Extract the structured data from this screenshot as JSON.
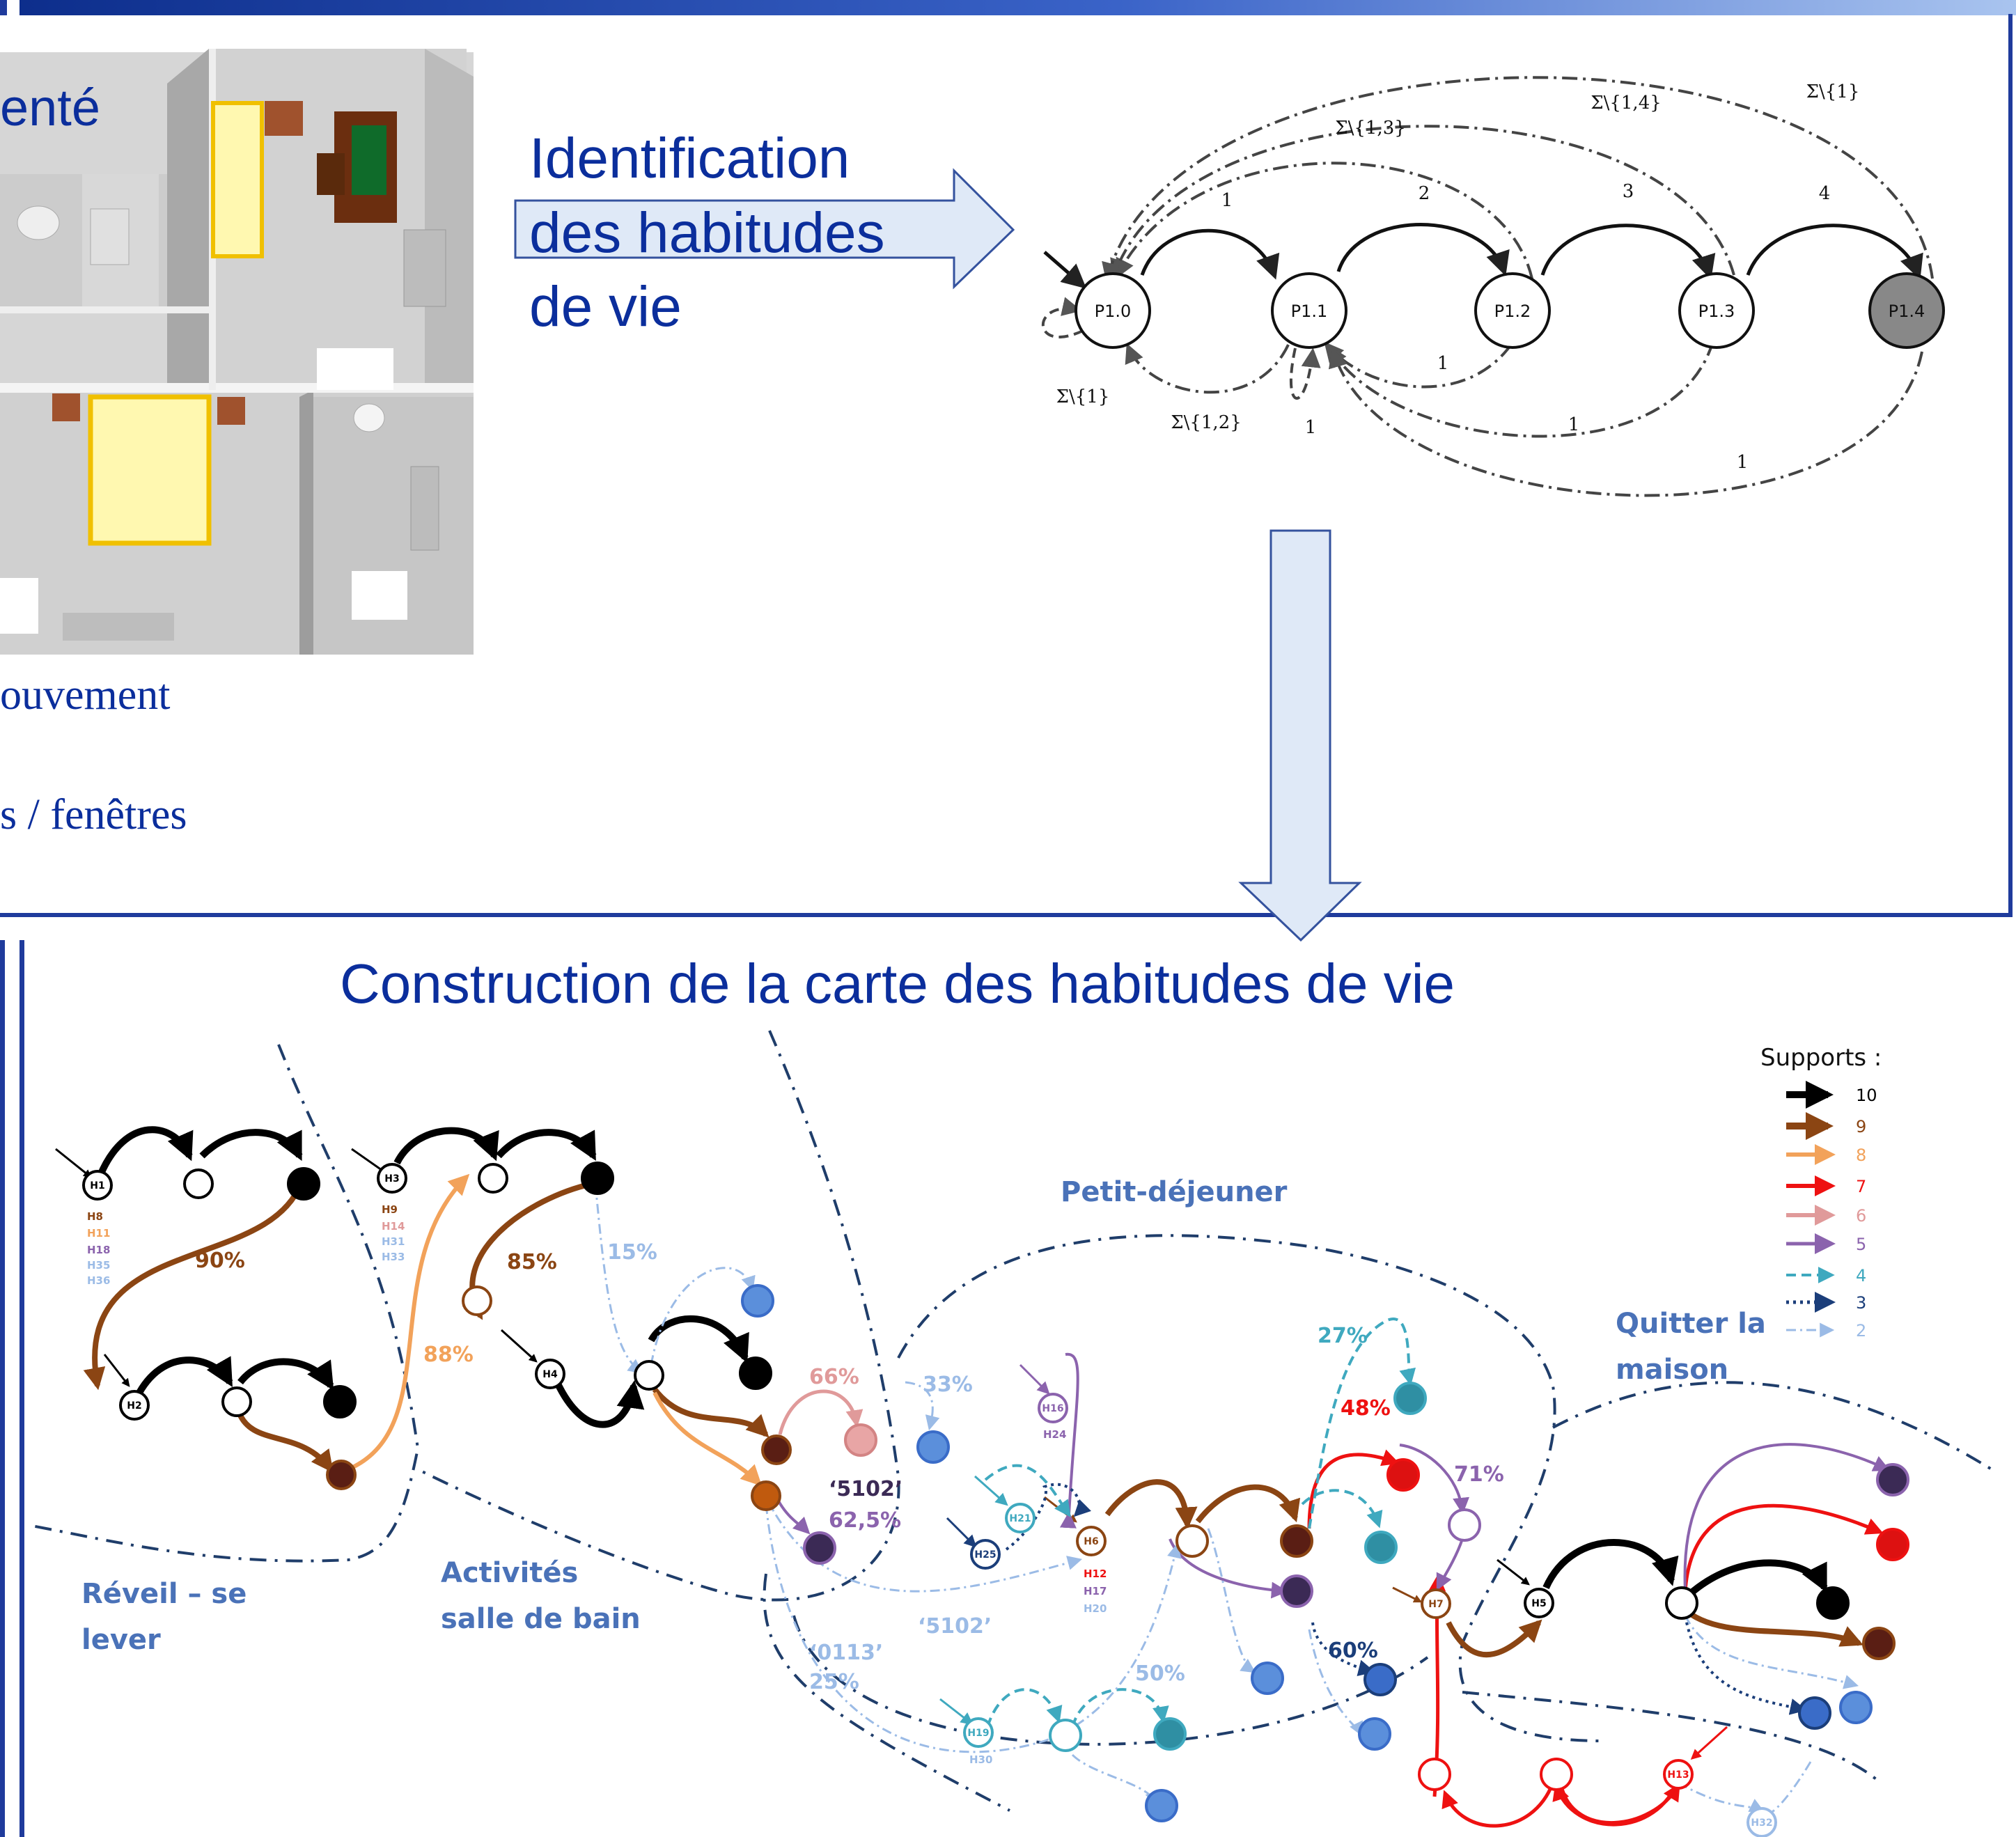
{
  "colors": {
    "frame_blue": "#1f3b9c",
    "title_blue": "#0b2e9c",
    "zone_blue": "#4a72b8",
    "arrow_fill": "#dfe9f7",
    "arrow_stroke": "#34529e",
    "s10": "#000000",
    "s9": "#8b4513",
    "s8": "#f2a25a",
    "s7": "#ee1111",
    "s6": "#e09a9a",
    "s5": "#8b63ad",
    "s4": "#3fa9bf",
    "s3": "#1b3e7a",
    "s2": "#9bbbe6"
  },
  "plan": {
    "label_fragment": "enté",
    "caption_line1": "ouvement",
    "caption_line2": "s / fenêtres"
  },
  "identification": {
    "line1": "Identification",
    "line2": "des habitudes",
    "line3": "de vie"
  },
  "automaton": {
    "states": [
      "P1.0",
      "P1.1",
      "P1.2",
      "P1.3",
      "P1.4"
    ],
    "forward_labels": [
      "1",
      "2",
      "3",
      "4"
    ],
    "back_labels": [
      "Σ\\{1,3}",
      "Σ\\{1,4}",
      "Σ\\{1}",
      "Σ\\{1}",
      "Σ\\{1,2}",
      "1",
      "1",
      "1",
      "1"
    ]
  },
  "construction_title": "Construction de la carte des habitudes de vie",
  "zones": {
    "reveil": [
      "Réveil – se",
      "lever"
    ],
    "salle": [
      "Activités",
      "salle de bain"
    ],
    "petit": "Petit-déjeuner",
    "quitter": [
      "Quitter la",
      "maison"
    ]
  },
  "legend": {
    "title": "Supports :",
    "entries": [
      "10",
      "9",
      "8",
      "7",
      "6",
      "5",
      "4",
      "3",
      "2"
    ]
  },
  "habit_nodes": [
    "H1",
    "H2",
    "H3",
    "H4",
    "H5",
    "H6",
    "H7",
    "H13",
    "H16",
    "H19",
    "H21",
    "H25",
    "H32"
  ],
  "node_annotations": {
    "h1_list": [
      "H8",
      "H11",
      "H18",
      "H35",
      "H36"
    ],
    "h3_list": [
      "H9",
      "H14",
      "H31",
      "H33"
    ],
    "h6_list": [
      "H12",
      "H17",
      "H20"
    ],
    "h16_sub": "H24",
    "h19_sub": "H30"
  },
  "percentages": {
    "p90": "90%",
    "p85": "85%",
    "p88": "88%",
    "p15": "15%",
    "p66": "66%",
    "p33": "33%",
    "code5102a": "‘5102’",
    "p625": "62,5%",
    "code5102b": "‘5102’",
    "code0113": "‘0113’",
    "p25": "25%",
    "p50": "50%",
    "p27": "27%",
    "p48": "48%",
    "p71": "71%",
    "p60": "60%"
  }
}
